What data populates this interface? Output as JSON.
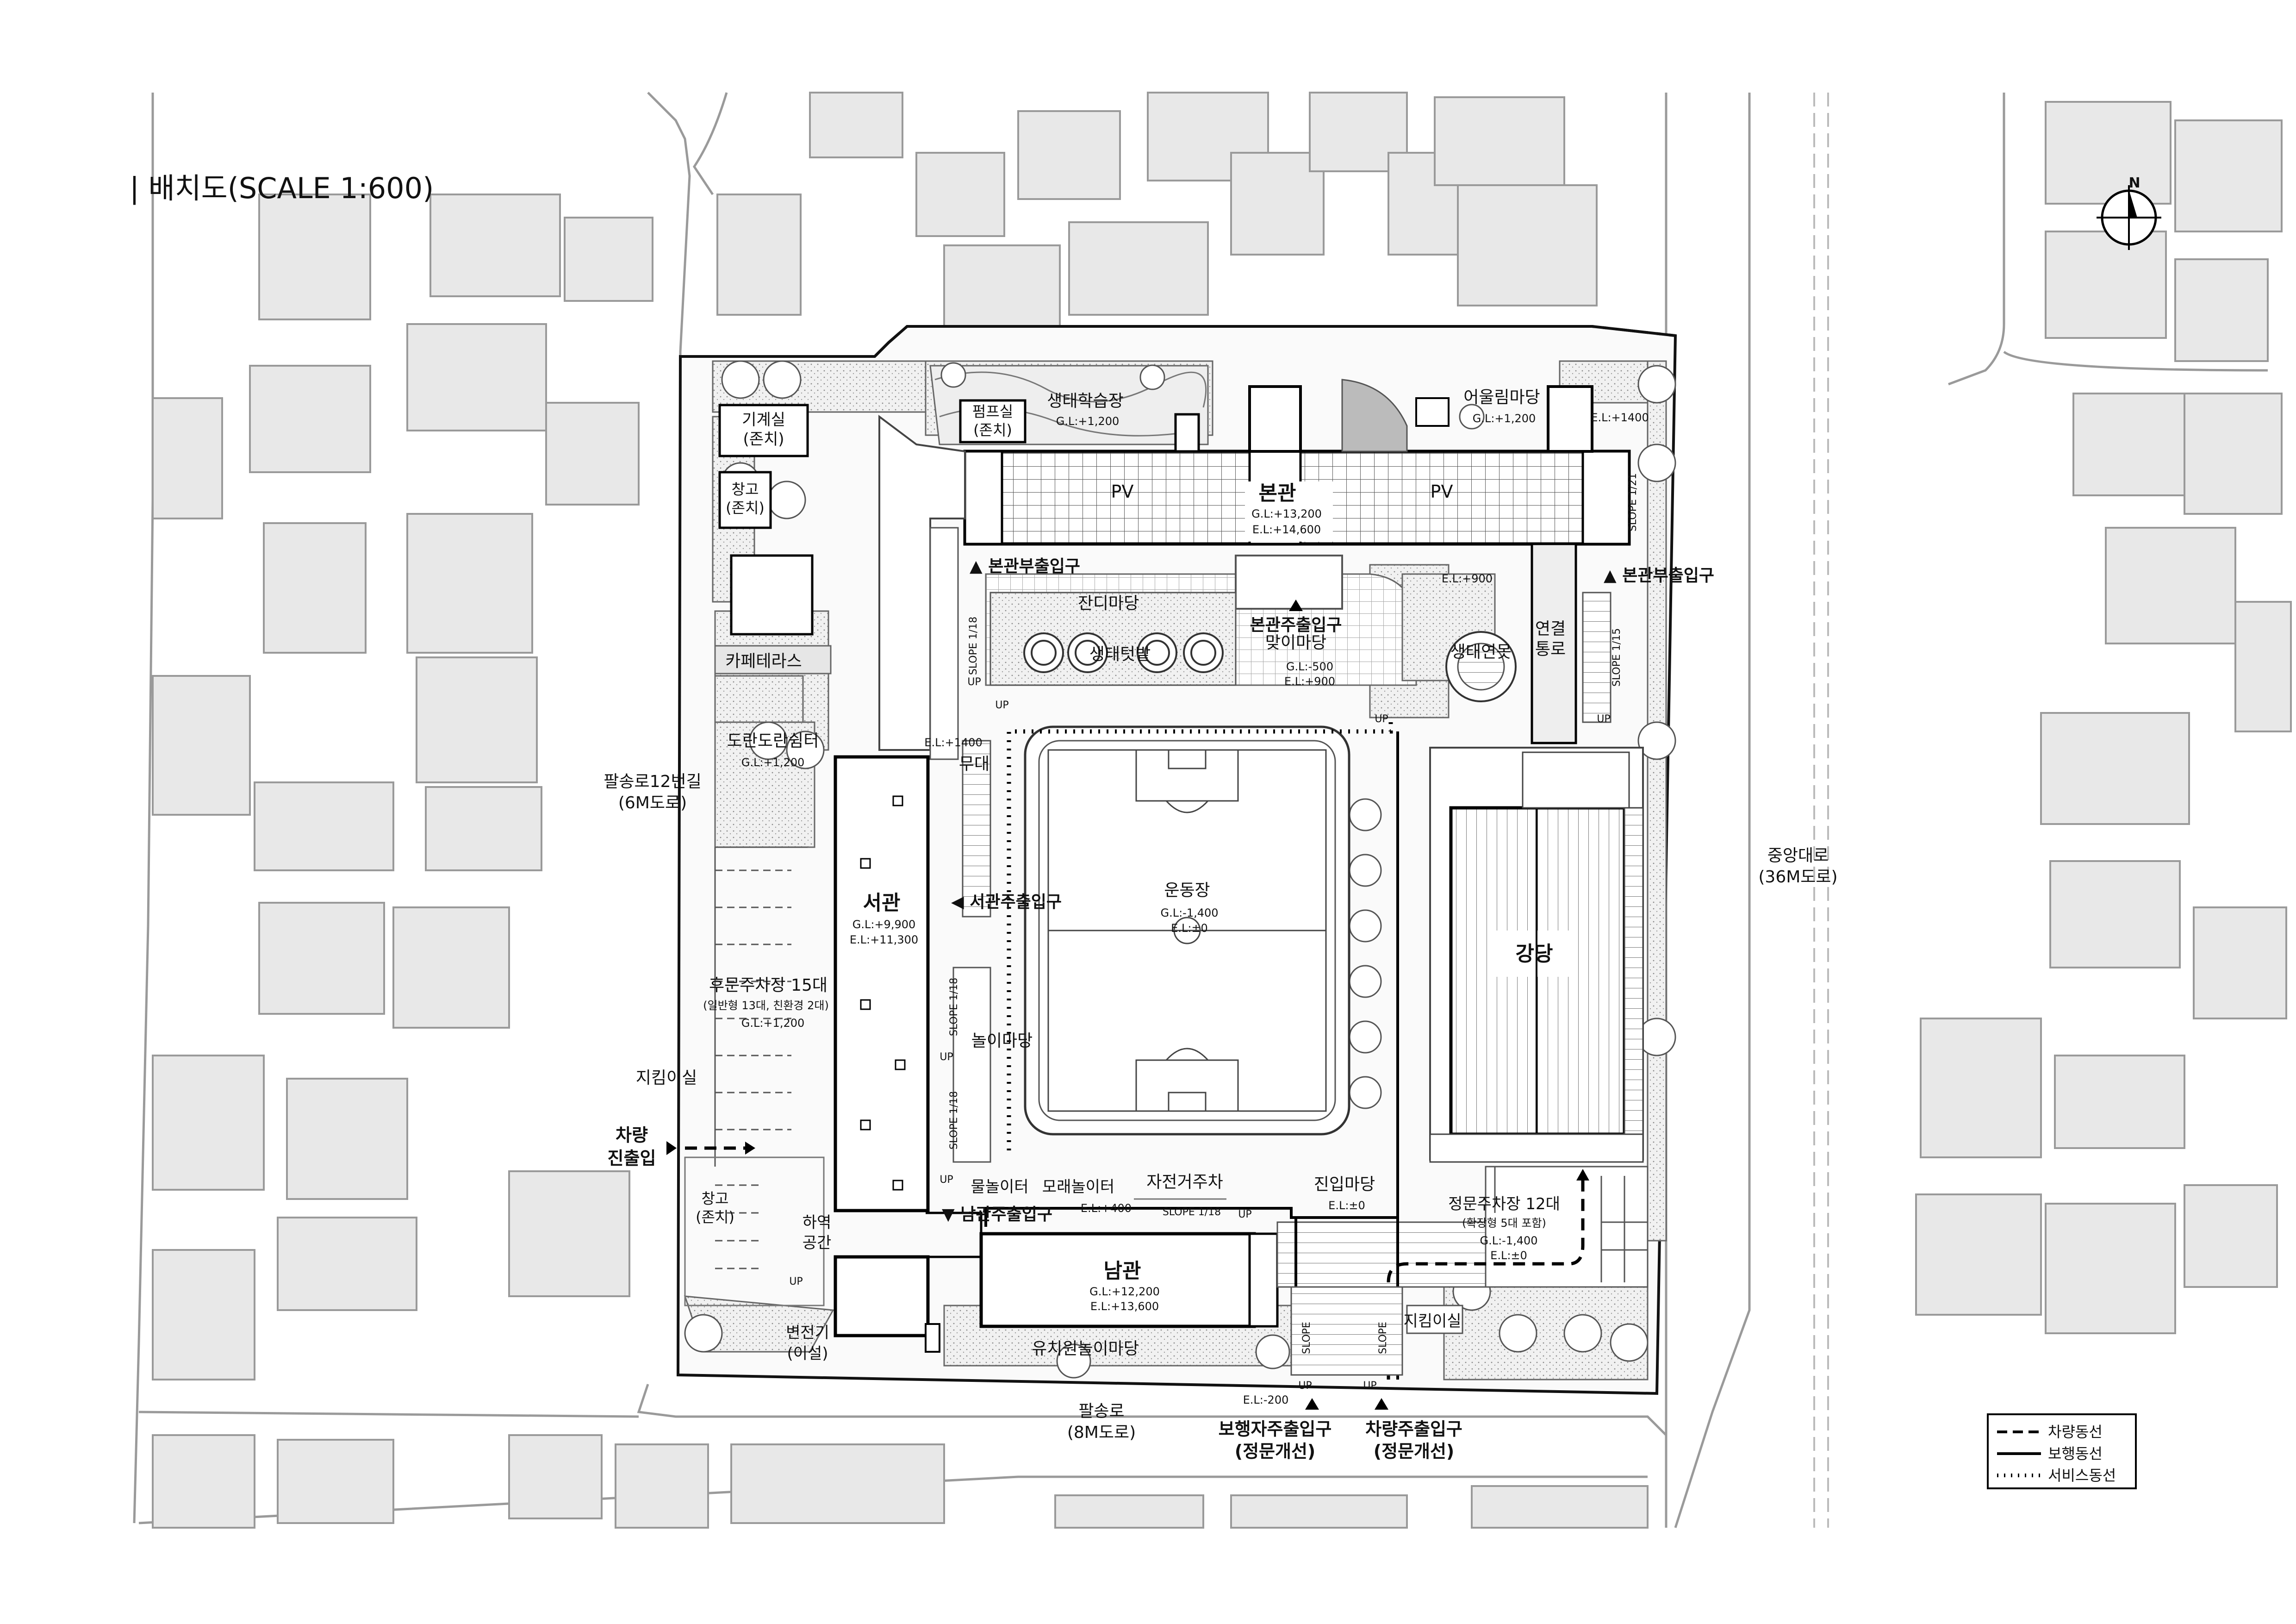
{
  "title": "| 배치도(SCALE 1:600)",
  "compass": {
    "label": "N"
  },
  "buildings": {
    "main": {
      "name": "본관",
      "pv_left": "PV",
      "pv_right": "PV",
      "gl": "G.L:+13,200",
      "el": "E.L:+14,600"
    },
    "west": {
      "name": "서관",
      "gl": "G.L:+9,900",
      "el": "E.L:+11,300"
    },
    "south": {
      "name": "남관",
      "gl": "G.L:+12,200",
      "el": "E.L:+13,600"
    },
    "hall": {
      "name": "강당"
    }
  },
  "areas": {
    "machine": {
      "l1": "기계실",
      "l2": "(존치)"
    },
    "storage1": {
      "l1": "창고",
      "l2": "(존치)"
    },
    "pump": {
      "l1": "펌프실",
      "l2": "(존치)"
    },
    "eco_learning": {
      "name": "생태학습장",
      "gl": "G.L:+1,200"
    },
    "harmony": {
      "name": "어울림마당",
      "gl": "G.L:+1,200"
    },
    "el1400_top": "E.L:+1400",
    "lawn": "잔디마당",
    "greeting": {
      "name": "맞이마당",
      "gl": "G.L:-500",
      "el": "E.L:+900"
    },
    "eco_garden": "생태텃밭",
    "eco_pond": "생태연못",
    "el900": "E.L:+900",
    "connect": {
      "l1": "연결",
      "l2": "통로"
    },
    "cafe": "카페테라스",
    "dorandoran": {
      "name": "도란도란쉼터",
      "gl": "G.L:+1,200"
    },
    "stage": {
      "el": "E.L:+1400",
      "name": "무대"
    },
    "field": {
      "name": "운동장",
      "gl": "G.L:-1,400",
      "el": "E.L:±0"
    },
    "rear_parking": {
      "name": "후문주차장 15대",
      "sub": "(일반형 13대, 친환경 2대)",
      "gl": "G.L:+1,200"
    },
    "guard_w": "지킴이실",
    "storage2": {
      "l1": "창고",
      "l2": "(존치)"
    },
    "unload": {
      "l1": "하역",
      "l2": "공간"
    },
    "transformer": {
      "l1": "변전기",
      "l2": "(이설)"
    },
    "play": "놀이마당",
    "water_play": "물놀이터",
    "sand_play": "모래놀이터",
    "el400": "E.L:+400",
    "bike": "자전거주차",
    "entry_yard": {
      "name": "진입마당",
      "el": "E.L:±0"
    },
    "front_parking": {
      "name": "정문주차장 12대",
      "sub": "(확장형 5대 포함)",
      "gl": "G.L:-1,400",
      "el": "E.L:±0"
    },
    "kinder_play": "유치원놀이마당",
    "guard_s": "지킴이실",
    "el200": "E.L:-200"
  },
  "entrances": {
    "main_sub_w": "▲ 본관부출입구",
    "main_sub_e": "▲ 본관부출입구",
    "main_main": "본관주출입구",
    "west_main": "◀ 서관주출입구",
    "south_main": "▼ 남관주출입구",
    "ped": {
      "l1": "보행자주출입구",
      "l2": "(정문개선)"
    },
    "car": {
      "l1": "차량주출입구",
      "l2": "(정문개선)"
    },
    "vehicle": {
      "l1": "차량",
      "l2": "진출입"
    }
  },
  "roads": {
    "west": {
      "l1": "팔송로12번길",
      "l2": "(6M도로)"
    },
    "east": {
      "l1": "중앙대로",
      "l2": "(36M도로)"
    },
    "south": {
      "l1": "팔송로",
      "l2": "(8M도로)"
    }
  },
  "slopes": {
    "s1": "SLOPE 1/18",
    "s2": "SLOPE 1/21",
    "s3": "SLOPE 1/15",
    "s4": "SLOPE 1/18",
    "s5": "SLOPE 1/18",
    "s6": "SLOPE 1/18",
    "s7": "SLOPE",
    "s8": "SLOPE"
  },
  "up": "UP",
  "legend": {
    "vehicle": "차량동선",
    "pedestrian": "보행동선",
    "service": "서비스동선"
  }
}
